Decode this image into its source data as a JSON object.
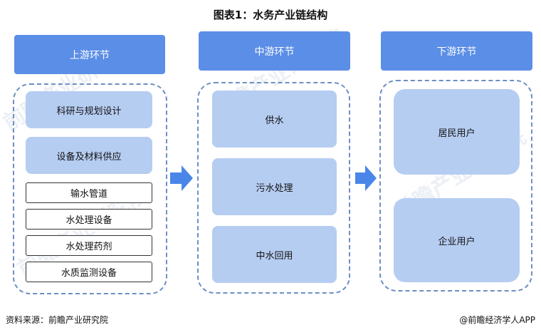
{
  "title": "图表1：水务产业链结构",
  "columns": [
    {
      "header": "上游环节",
      "boxes": [
        "科研与规划设计",
        "设备及材料供应"
      ],
      "sub_items": [
        "输水管道",
        "水处理设备",
        "水处理药剂",
        "水质监测设备"
      ]
    },
    {
      "header": "中游环节",
      "boxes": [
        "供水",
        "污水处理",
        "中水回用"
      ]
    },
    {
      "header": "下游环节",
      "boxes": [
        "居民用户",
        "企业用户"
      ]
    }
  ],
  "footer": {
    "source": "资料来源：前瞻产业研究院",
    "brand": "@前瞻经济学人APP"
  },
  "watermark": "前瞻产业研究院",
  "colors": {
    "header": "#5b8ee6",
    "box": "#b6cdf2",
    "arrow": "#4a86e8",
    "dash": "#6d8fc4"
  }
}
